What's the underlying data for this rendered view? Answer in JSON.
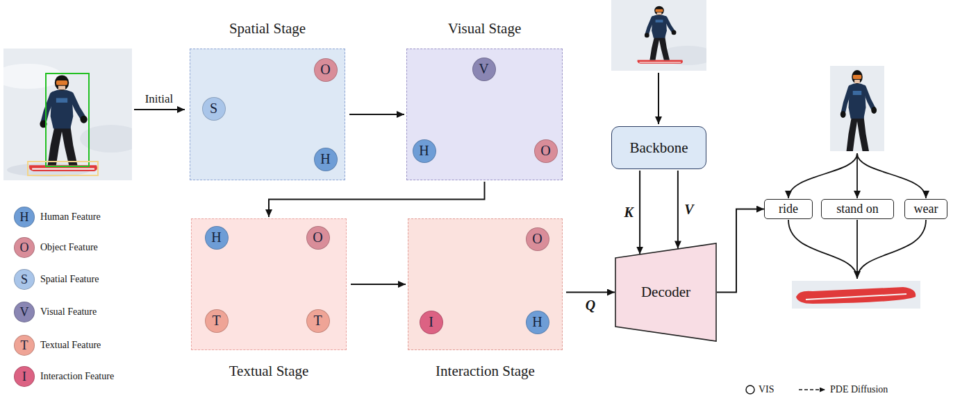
{
  "diagram": {
    "nodes": [
      {
        "text": [
          "Spatial Stage"
        ]
      },
      {
        "text": [
          "S"
        ],
        "in": 0
      },
      {
        "text": [
          "O"
        ],
        "in": 0
      },
      {
        "text": [
          "H"
        ],
        "in": 0
      },
      {
        "text": [
          "Visual Stage"
        ]
      },
      {
        "text": [
          "V"
        ],
        "in": 4
      },
      {
        "text": [
          "H"
        ],
        "in": 4
      },
      {
        "text": [
          "O"
        ],
        "in": 4
      },
      {
        "text": [
          "Backbone"
        ]
      },
      {
        "text": [
          "Textual Stage"
        ]
      },
      {
        "text": [
          "H"
        ],
        "in": 9
      },
      {
        "text": [
          "O"
        ],
        "in": 9
      },
      {
        "text": [
          "T"
        ],
        "in": 9
      },
      {
        "text": [
          "T"
        ],
        "in": 9
      },
      {
        "text": [
          "Interaction Stage"
        ]
      },
      {
        "text": [
          "O"
        ],
        "in": 14
      },
      {
        "text": [
          "I"
        ],
        "in": 14
      },
      {
        "text": [
          "H"
        ],
        "in": 14
      },
      {
        "text": [
          "Decoder"
        ]
      },
      {
        "text": [
          "ride"
        ]
      },
      {
        "text": [
          "stand on"
        ]
      },
      {
        "text": [
          "wear"
        ]
      }
    ],
    "edges": [
      {
        "from": 1,
        "to": 2,
        "arrow": "to"
      },
      {
        "from": 1,
        "to": 3,
        "arrow": "to"
      },
      {
        "from": 2,
        "to": 3,
        "arrow": "none"
      },
      {
        "from": 5,
        "to": 6,
        "arrow": "none"
      },
      {
        "from": 5,
        "to": 7,
        "arrow": "none"
      },
      {
        "from": 6,
        "to": 7,
        "arrow": "to"
      },
      {
        "from": 7,
        "to": 6,
        "arrow": "to"
      },
      {
        "from": 0,
        "to": 4,
        "arrow": "to"
      },
      {
        "from": 4,
        "to": 9,
        "arrow": "to"
      },
      {
        "from": 10,
        "to": 11,
        "arrow": "to"
      },
      {
        "from": 11,
        "to": 10,
        "arrow": "to"
      },
      {
        "from": 10,
        "to": 12,
        "arrow": "none"
      },
      {
        "from": 11,
        "to": 13,
        "arrow": "none"
      },
      {
        "from": 9,
        "to": 14,
        "arrow": "to"
      },
      {
        "from": 16,
        "to": 15,
        "arrow": "none"
      },
      {
        "from": 16,
        "to": 17,
        "arrow": "none"
      },
      {
        "from": 15,
        "to": 17,
        "arrow": "to"
      },
      {
        "from": 17,
        "to": 15,
        "arrow": "to"
      },
      {
        "from": 14,
        "to": 18,
        "arrow": "to",
        "label": "Q"
      },
      {
        "from": 8,
        "to": 18,
        "arrow": "to",
        "label": "K"
      },
      {
        "from": 8,
        "to": 18,
        "arrow": "to",
        "label": "V"
      },
      {
        "from": 18,
        "to": 19,
        "arrow": "to"
      }
    ],
    "labels": [
      "Initial",
      "H",
      "O",
      "S",
      "V",
      "T",
      "I"
    ],
    "legend": [
      {
        "text": "Human Feature",
        "color": "#6e9dd6"
      },
      {
        "text": "Object Feature",
        "color": "#d98d99"
      },
      {
        "text": "Spatial Feature",
        "color": "#a9c5e9"
      },
      {
        "text": "Visual Feature",
        "color": "#8a86b3"
      },
      {
        "text": "Textual Feature",
        "color": "#efa496"
      },
      {
        "text": "Interaction Feature",
        "color": "#dc6283"
      },
      {
        "text": "VIS"
      },
      {
        "text": "PDE Diffusion"
      }
    ]
  }
}
